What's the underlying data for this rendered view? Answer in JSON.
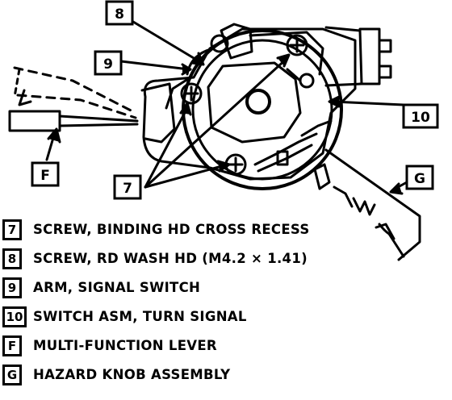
{
  "callouts": {
    "c8": "8",
    "c9": "9",
    "c10": "10",
    "c7": "7",
    "cF": "F",
    "cG": "G"
  },
  "legend": [
    {
      "key": "7",
      "text": "SCREW, BINDING HD CROSS RECESS"
    },
    {
      "key": "8",
      "text": "SCREW, RD WASH HD (M4.2 × 1.41)"
    },
    {
      "key": "9",
      "text": "ARM, SIGNAL SWITCH"
    },
    {
      "key": "10",
      "text": "SWITCH ASM, TURN SIGNAL"
    },
    {
      "key": "F",
      "text": "MULTI-FUNCTION LEVER"
    },
    {
      "key": "G",
      "text": "HAZARD KNOB ASSEMBLY"
    }
  ]
}
